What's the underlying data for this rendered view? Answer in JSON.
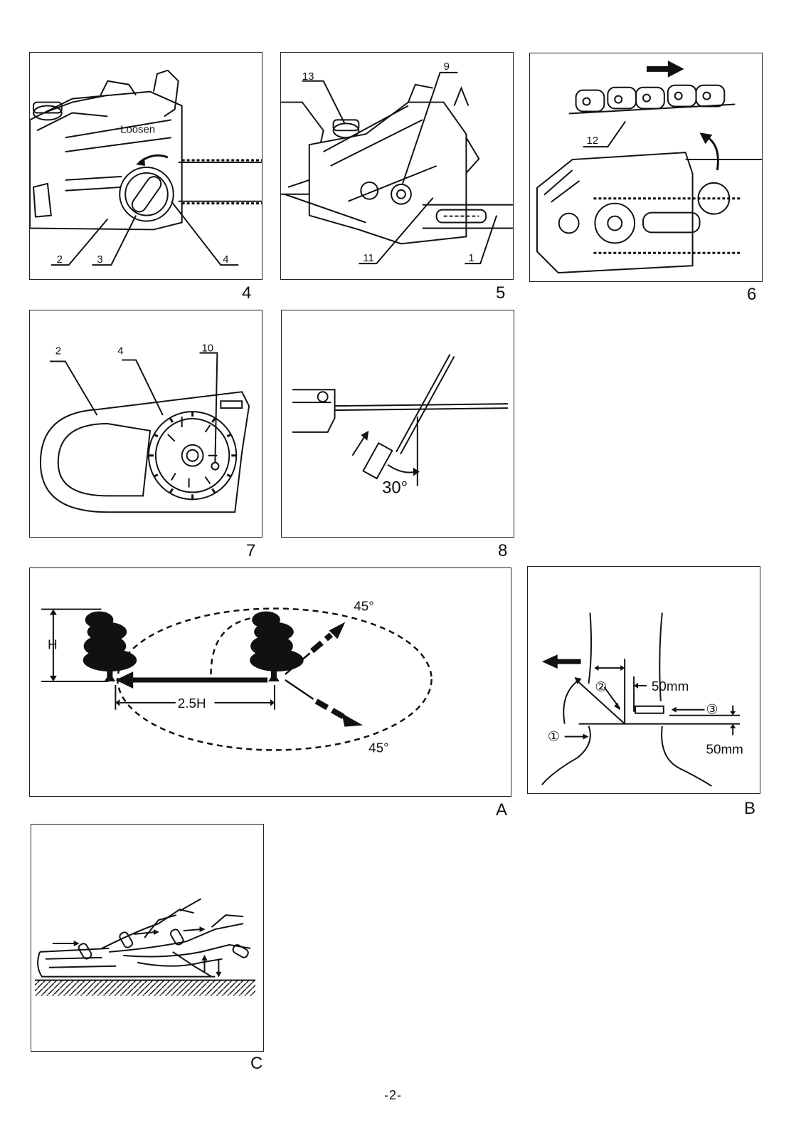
{
  "figures": {
    "fig4": {
      "number": "4",
      "callouts": [
        "2",
        "3",
        "4"
      ],
      "text": "Loosen"
    },
    "fig5": {
      "number": "5",
      "callouts": [
        "13",
        "9",
        "11",
        "1"
      ]
    },
    "fig6": {
      "number": "6",
      "callouts": [
        "12"
      ]
    },
    "fig7": {
      "number": "7",
      "callouts": [
        "2",
        "4",
        "10"
      ]
    },
    "fig8": {
      "number": "8",
      "angle": "30°"
    },
    "figA": {
      "letter": "A",
      "height": "H",
      "distance": "2.5H",
      "angle_top": "45°",
      "angle_bottom": "45°"
    },
    "figB": {
      "letter": "B",
      "step1": "①",
      "step2": "②",
      "step3": "③",
      "dim_top": "50mm",
      "dim_bottom": "50mm"
    },
    "figC": {
      "letter": "C"
    }
  },
  "page_number": "-2-"
}
